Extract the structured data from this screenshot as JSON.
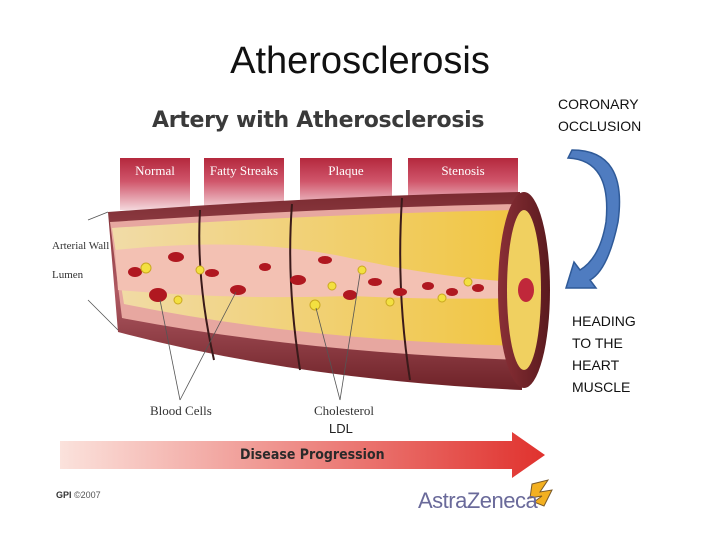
{
  "slide": {
    "title": "Atherosclerosis"
  },
  "figure": {
    "title": "Artery with Atherosclerosis",
    "stages": [
      "Normal",
      "Fatty Streaks",
      "Plaque",
      "Stenosis"
    ],
    "labels": {
      "arterial_wall": "Arterial Wall",
      "lumen": "Lumen",
      "blood_cells": "Blood Cells",
      "cholesterol": "Cholesterol"
    },
    "progression": "Disease Progression",
    "credit": "GPI",
    "credit_year": "©2007",
    "logo": "AstraZeneca",
    "colors": {
      "stage_tab": "#c03a50",
      "wall": "#a8495a",
      "plaque": "#f0d050",
      "blood_cell": "#b01820",
      "arrow": "#e04040",
      "curve_arrow": "#3f6fb0"
    }
  },
  "annotations": {
    "ldl": "LDL",
    "top_note": [
      "CORONARY",
      "OCCLUSION"
    ],
    "bottom_note": [
      "HEADING",
      "TO THE",
      "HEART",
      "MUSCLE"
    ]
  }
}
